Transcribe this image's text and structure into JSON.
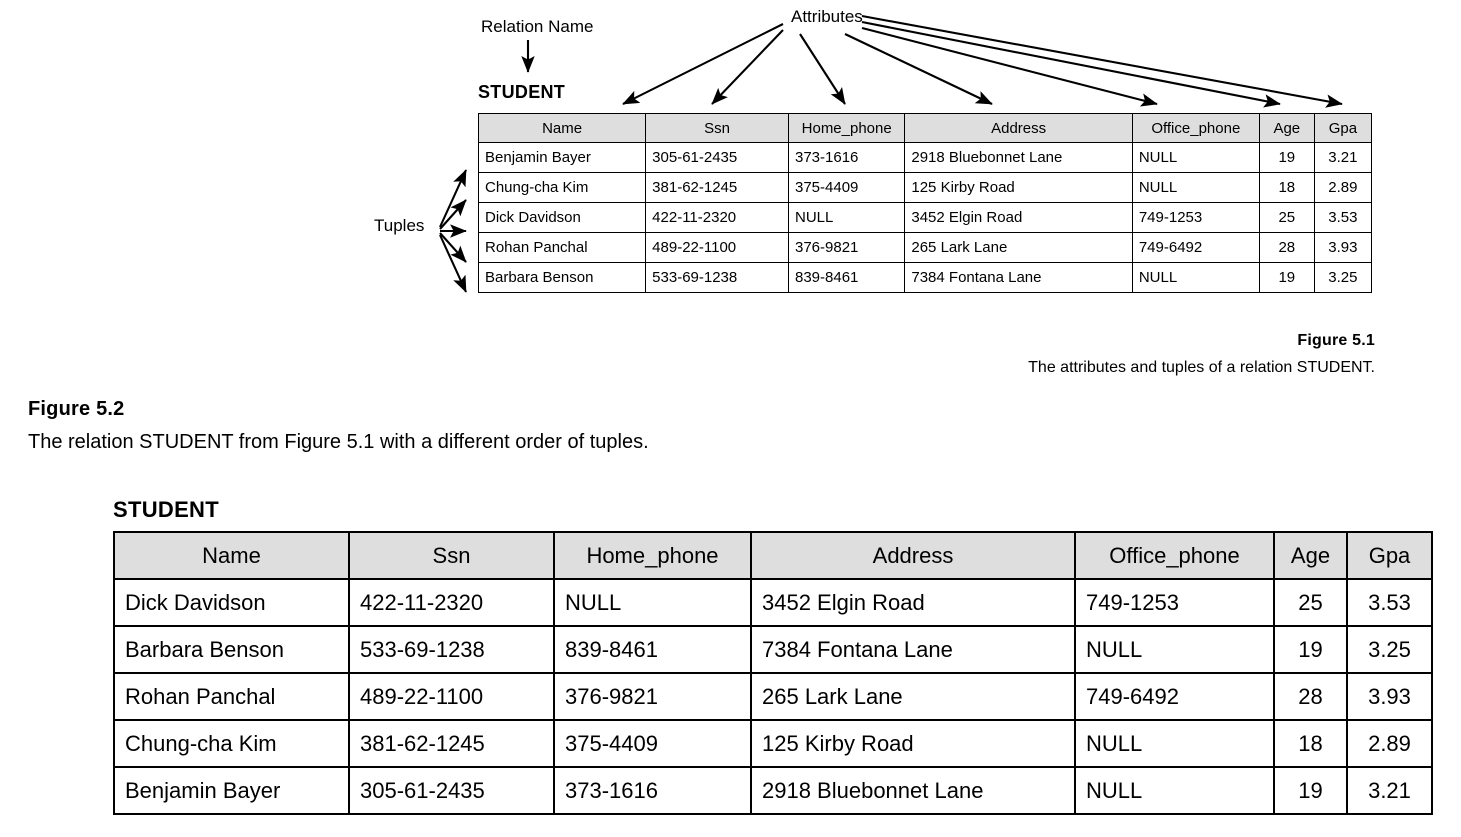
{
  "figure_51": {
    "annotations": {
      "relation_name": "Relation Name",
      "attributes": "Attributes",
      "tuples": "Tuples"
    },
    "relation_label": "STUDENT",
    "columns": [
      "Name",
      "Ssn",
      "Home_phone",
      "Address",
      "Office_phone",
      "Age",
      "Gpa"
    ],
    "rows": [
      [
        "Benjamin Bayer",
        "305-61-2435",
        "373-1616",
        "2918 Bluebonnet Lane",
        "NULL",
        "19",
        "3.21"
      ],
      [
        "Chung-cha Kim",
        "381-62-1245",
        "375-4409",
        "125 Kirby Road",
        "NULL",
        "18",
        "2.89"
      ],
      [
        "Dick Davidson",
        "422-11-2320",
        "NULL",
        "3452 Elgin Road",
        "749-1253",
        "25",
        "3.53"
      ],
      [
        "Rohan Panchal",
        "489-22-1100",
        "376-9821",
        "265 Lark Lane",
        "749-6492",
        "28",
        "3.93"
      ],
      [
        "Barbara Benson",
        "533-69-1238",
        "839-8461",
        "7384 Fontana Lane",
        "NULL",
        "19",
        "3.25"
      ]
    ],
    "caption_title": "Figure 5.1",
    "caption_text": "The attributes and tuples of a relation STUDENT."
  },
  "figure_52": {
    "caption_title": "Figure 5.2",
    "caption_text": "The relation STUDENT from Figure 5.1 with a different order of tuples.",
    "relation_label": "STUDENT",
    "columns": [
      "Name",
      "Ssn",
      "Home_phone",
      "Address",
      "Office_phone",
      "Age",
      "Gpa"
    ],
    "rows": [
      [
        "Dick Davidson",
        "422-11-2320",
        "NULL",
        "3452 Elgin Road",
        "749-1253",
        "25",
        "3.53"
      ],
      [
        "Barbara Benson",
        "533-69-1238",
        "839-8461",
        "7384 Fontana Lane",
        "NULL",
        "19",
        "3.25"
      ],
      [
        "Rohan Panchal",
        "489-22-1100",
        "376-9821",
        "265 Lark Lane",
        "749-6492",
        "28",
        "3.93"
      ],
      [
        "Chung-cha Kim",
        "381-62-1245",
        "375-4409",
        "125 Kirby Road",
        "NULL",
        "18",
        "2.89"
      ],
      [
        "Benjamin Bayer",
        "305-61-2435",
        "373-1616",
        "2918 Bluebonnet Lane",
        "NULL",
        "19",
        "3.21"
      ]
    ]
  },
  "colors": {
    "header_fill": "#dedede",
    "line": "#000000",
    "page_bg": "#ffffff"
  }
}
